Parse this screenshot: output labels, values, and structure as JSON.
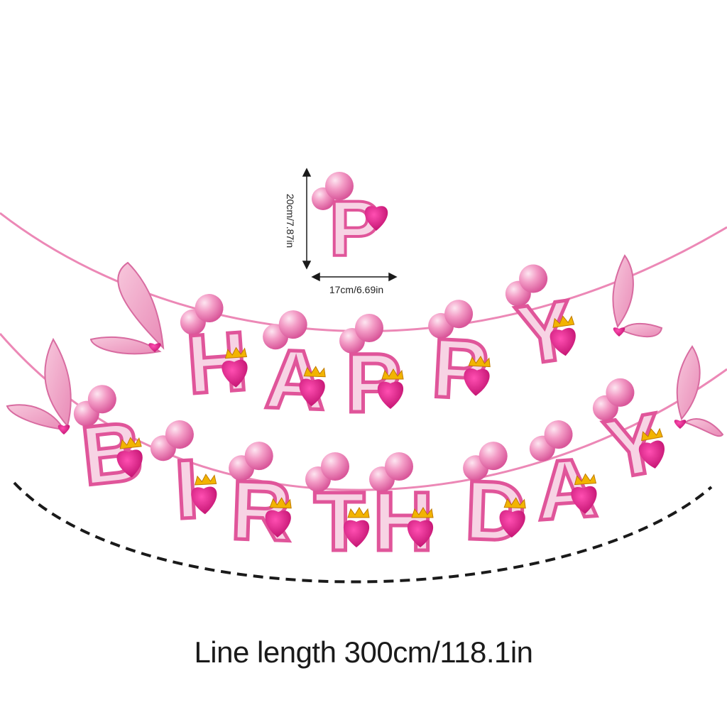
{
  "product": {
    "caption": "Line length 300cm/118.1in",
    "sample_letter": "P",
    "width_label": "17cm/6.69in",
    "height_label": "20cm/7.87in",
    "banner_top": [
      "H",
      "A",
      "P",
      "P",
      "Y"
    ],
    "banner_bottom": [
      "B",
      "I",
      "R",
      "T",
      "H",
      "D",
      "A",
      "Y"
    ]
  },
  "colors": {
    "letter_fill": "#f7d3e4",
    "letter_outline": "#e0559a",
    "balloon": "#f090bd",
    "heart": "#e21a8a",
    "string": "#ec88b6",
    "wing": "#f2b3cf"
  }
}
